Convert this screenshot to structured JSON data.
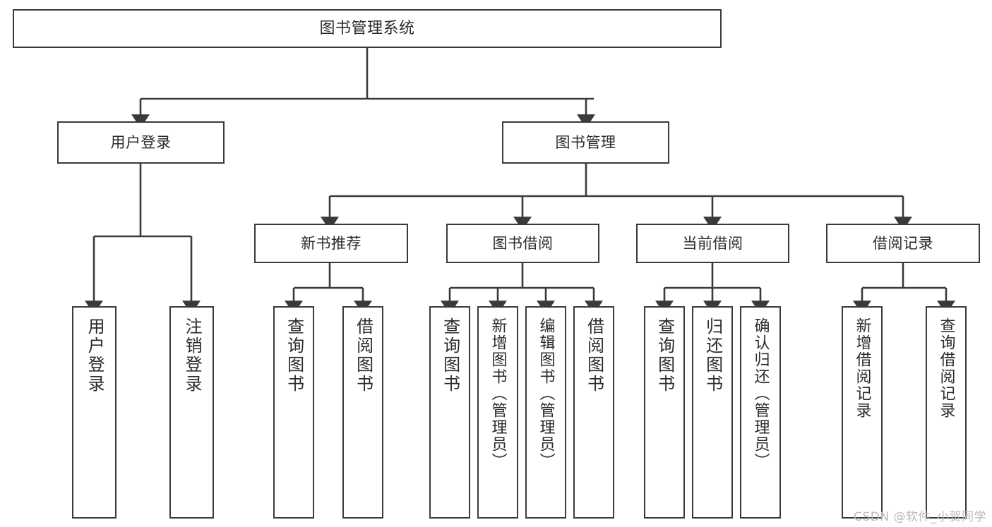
{
  "diagram": {
    "type": "tree-hierarchy",
    "title": "图书管理系统",
    "watermark": "CSDN @软件_小贺同学",
    "colors": {
      "stroke": "#3a3a3a",
      "text": "#2b2b2b",
      "background": "#ffffff",
      "watermark": "#b9b9b9"
    },
    "nodes": {
      "root": {
        "label": "图书管理系统"
      },
      "level2": [
        {
          "label": "用户登录"
        },
        {
          "label": "图书管理"
        }
      ],
      "level3": [
        {
          "label": "新书推荐"
        },
        {
          "label": "图书借阅"
        },
        {
          "label": "当前借阅"
        },
        {
          "label": "借阅记录"
        }
      ],
      "leaves": {
        "user_login": [
          {
            "label": "用户登录"
          },
          {
            "label": "注销登录"
          }
        ],
        "new_book": [
          {
            "label": "查询图书"
          },
          {
            "label": "借阅图书"
          }
        ],
        "book_borrow": [
          {
            "label": "查询图书"
          },
          {
            "label": "新增图书（管理员）"
          },
          {
            "label": "编辑图书（管理员）"
          },
          {
            "label": "借阅图书"
          }
        ],
        "current_borrow": [
          {
            "label": "查询图书"
          },
          {
            "label": "归还图书"
          },
          {
            "label": "确认归还（管理员）"
          }
        ],
        "borrow_record": [
          {
            "label": "新增借阅记录"
          },
          {
            "label": "查询借阅记录"
          }
        ]
      }
    }
  }
}
